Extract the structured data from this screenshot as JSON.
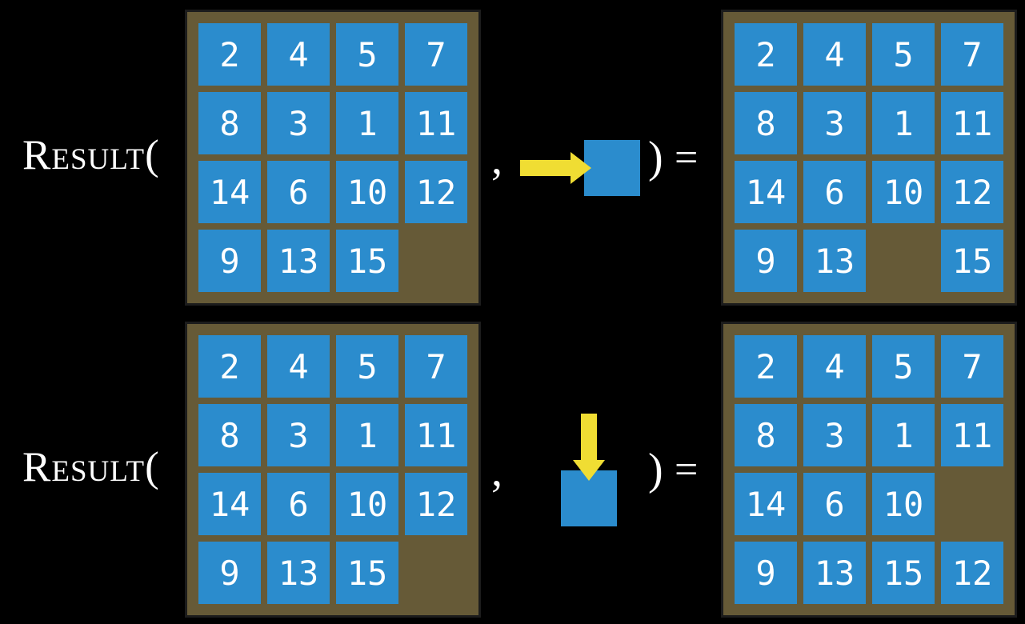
{
  "function_label": {
    "name": "Result",
    "open_paren": "(",
    "comma": ",",
    "close_paren": ")",
    "equals": "="
  },
  "colors": {
    "tile_blue": "#2b8ccd",
    "board_brown": "#665a37",
    "board_border": "#1c1c1c",
    "arrow_yellow": "#f0dd33",
    "text_white": "#ffffff",
    "background_black": "#000000"
  },
  "rows": [
    {
      "action_icon": "right-arrow-icon",
      "input_board": [
        [
          2,
          4,
          5,
          7
        ],
        [
          8,
          3,
          1,
          11
        ],
        [
          14,
          6,
          10,
          12
        ],
        [
          9,
          13,
          15,
          null
        ]
      ],
      "output_board": [
        [
          2,
          4,
          5,
          7
        ],
        [
          8,
          3,
          1,
          11
        ],
        [
          14,
          6,
          10,
          12
        ],
        [
          9,
          13,
          null,
          15
        ]
      ]
    },
    {
      "action_icon": "down-arrow-icon",
      "input_board": [
        [
          2,
          4,
          5,
          7
        ],
        [
          8,
          3,
          1,
          11
        ],
        [
          14,
          6,
          10,
          12
        ],
        [
          9,
          13,
          15,
          null
        ]
      ],
      "output_board": [
        [
          2,
          4,
          5,
          7
        ],
        [
          8,
          3,
          1,
          11
        ],
        [
          14,
          6,
          10,
          null
        ],
        [
          9,
          13,
          15,
          12
        ]
      ]
    }
  ]
}
